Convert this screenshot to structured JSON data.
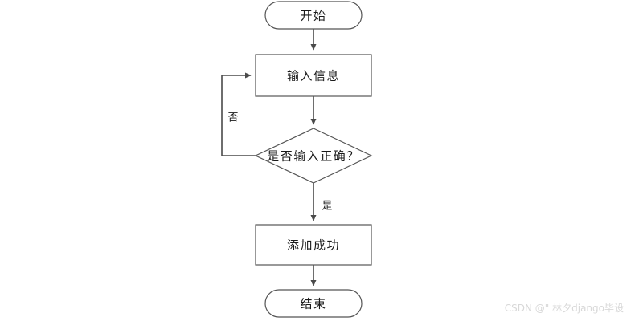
{
  "diagram": {
    "type": "flowchart",
    "orientation": "top-to-bottom",
    "nodes": [
      {
        "id": "start",
        "shape": "terminator",
        "label": "开始"
      },
      {
        "id": "input",
        "shape": "process",
        "label": "输入信息"
      },
      {
        "id": "decision",
        "shape": "decision",
        "label": "是否输入正确？"
      },
      {
        "id": "success",
        "shape": "process",
        "label": "添加成功"
      },
      {
        "id": "end",
        "shape": "terminator",
        "label": "结束"
      }
    ],
    "edges": [
      {
        "from": "start",
        "to": "input",
        "label": ""
      },
      {
        "from": "input",
        "to": "decision",
        "label": ""
      },
      {
        "from": "decision",
        "to": "success",
        "label": "是"
      },
      {
        "from": "decision",
        "to": "input",
        "label": "否"
      },
      {
        "from": "success",
        "to": "end",
        "label": ""
      }
    ],
    "colors": {
      "background": "#ffffff",
      "shape_fill": "#ffffff",
      "shape_stroke": "#555555",
      "connector": "#4a4a4a",
      "text": "#1a1a1a",
      "watermark": "#d8d8d8"
    }
  },
  "watermark": {
    "text": "CSDN @\" 林夕django毕设"
  }
}
